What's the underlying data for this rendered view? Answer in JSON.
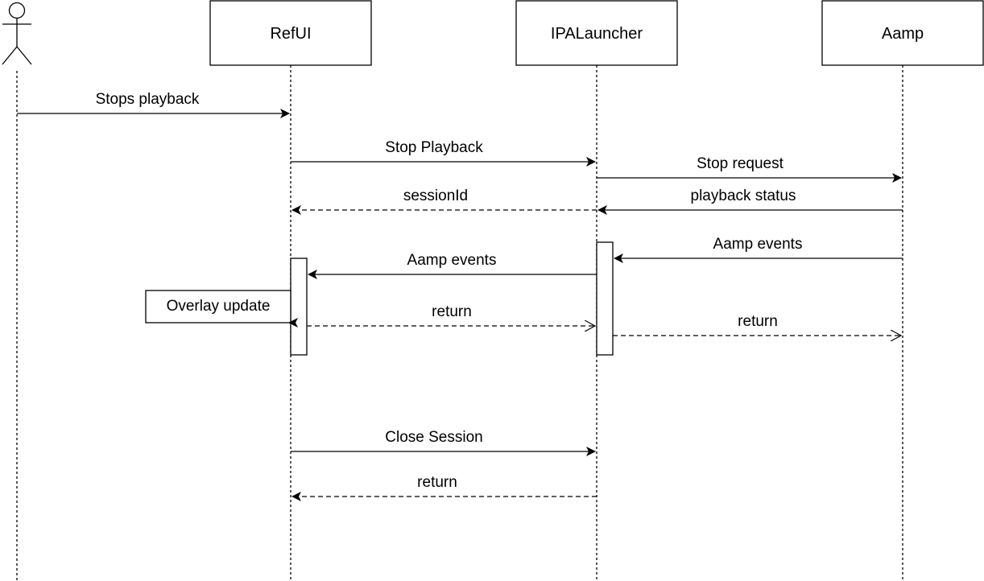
{
  "diagram": {
    "type": "sequence",
    "actor": {
      "name": ""
    },
    "participants": [
      {
        "id": "refui",
        "label": "RefUI"
      },
      {
        "id": "ipalauncher",
        "label": "IPALauncher"
      },
      {
        "id": "aamp",
        "label": "Aamp"
      }
    ],
    "note": {
      "label": "Overlay update"
    },
    "messages": [
      {
        "id": "m1",
        "from": "actor",
        "to": "refui",
        "label": "Stops playback",
        "style": "solid"
      },
      {
        "id": "m2",
        "from": "refui",
        "to": "ipalauncher",
        "label": "Stop Playback",
        "style": "solid"
      },
      {
        "id": "m3",
        "from": "ipalauncher",
        "to": "aamp",
        "label": "Stop request",
        "style": "solid"
      },
      {
        "id": "m4",
        "from": "ipalauncher",
        "to": "refui",
        "label": "sessionId",
        "style": "dashed"
      },
      {
        "id": "m5",
        "from": "aamp",
        "to": "ipalauncher",
        "label": "playback status",
        "style": "solid"
      },
      {
        "id": "m6",
        "from": "aamp",
        "to": "ipalauncher",
        "label": "Aamp events",
        "style": "solid"
      },
      {
        "id": "m7",
        "from": "ipalauncher",
        "to": "refui",
        "label": "Aamp events",
        "style": "solid"
      },
      {
        "id": "m8",
        "from": "note",
        "to": "refui",
        "label": "",
        "style": "solid"
      },
      {
        "id": "m9",
        "from": "refui",
        "to": "ipalauncher",
        "label": "return",
        "style": "dashed-open"
      },
      {
        "id": "m10",
        "from": "ipalauncher",
        "to": "aamp",
        "label": "return",
        "style": "dashed-open"
      },
      {
        "id": "m11",
        "from": "refui",
        "to": "ipalauncher",
        "label": "Close Session",
        "style": "solid"
      },
      {
        "id": "m12",
        "from": "ipalauncher",
        "to": "refui",
        "label": "return",
        "style": "dashed"
      }
    ]
  }
}
